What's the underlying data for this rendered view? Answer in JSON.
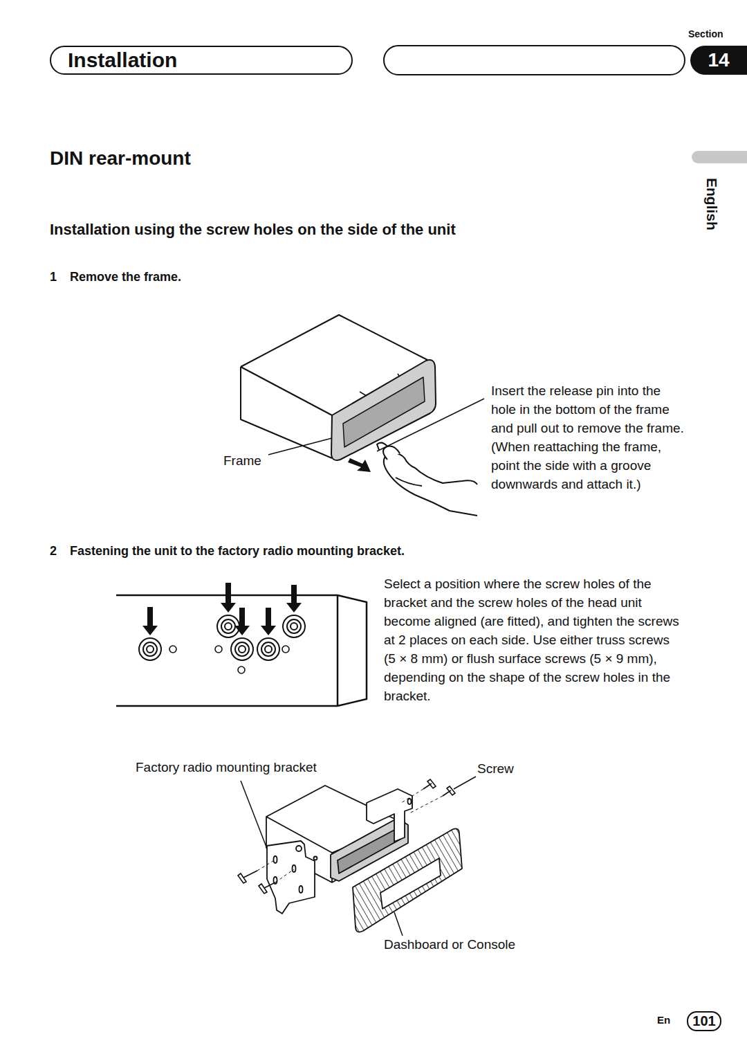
{
  "diagram": {
    "title": "DIN rear-mount",
    "nodes": [
      {
        "text": [
          "Installation"
        ]
      },
      {
        "text": [
          "14"
        ]
      },
      {
        "text": [
          "101"
        ]
      }
    ],
    "edges": [],
    "labels": [
      "Section",
      "English",
      "Installation using the screw holes on the side of the unit",
      "1",
      "Remove the frame.",
      "Frame",
      "Insert the release pin into the hole in the bottom of the frame and pull out to remove the frame. (When reattaching the frame, point the side with a groove downwards and attach it.)",
      "2",
      "Fastening the unit to the factory radio mounting bracket.",
      "Select a position where the screw holes of the bracket and the screw holes of the head unit become aligned (are fitted), and tighten the screws at 2 places on each side. Use either truss screws (5 × 8 mm) or flush surface screws (5 × 9 mm), depending on the shape of the screw holes in the bracket.",
      "Factory radio mounting bracket",
      "Screw",
      "Dashboard or Console",
      "En"
    ]
  }
}
